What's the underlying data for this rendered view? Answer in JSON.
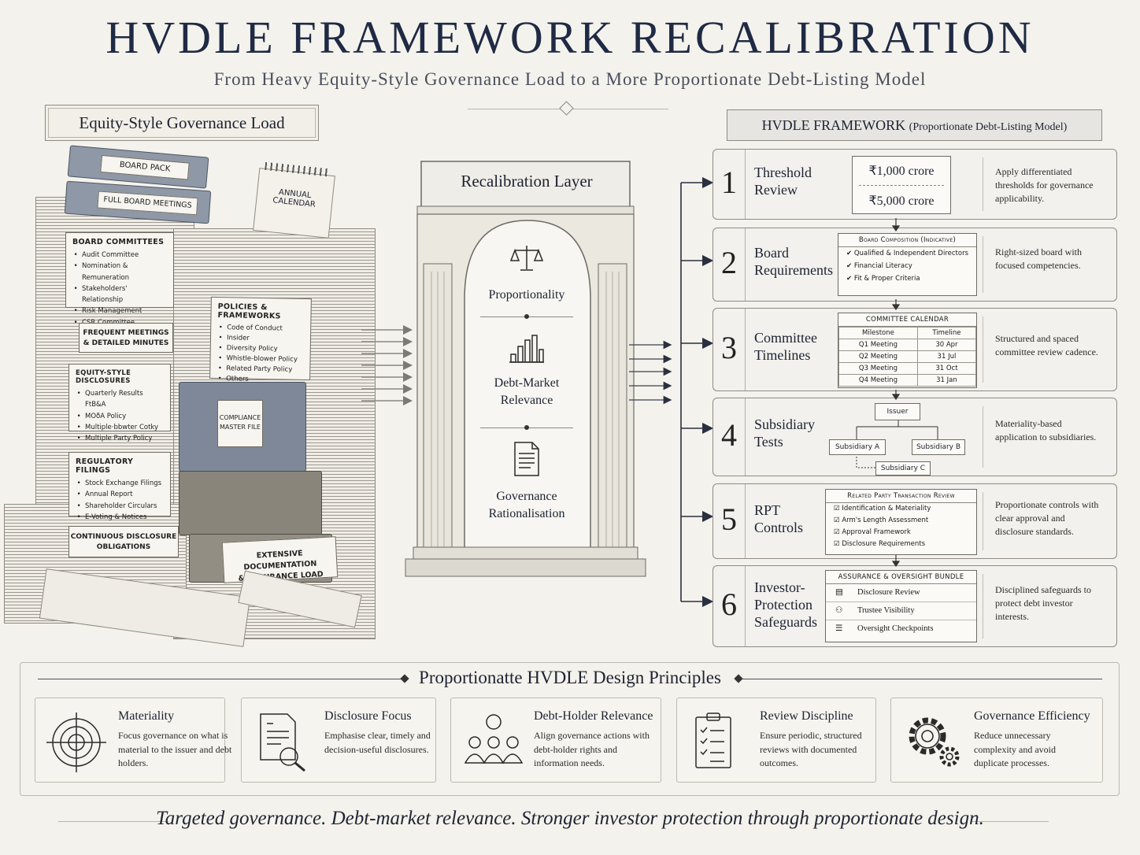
{
  "header": {
    "title": "HVDLE FRAMEWORK RECALIBRATION",
    "subtitle": "From Heavy Equity-Style Governance Load to a More Proportionate Debt-Listing Model"
  },
  "left": {
    "title": "Equity-Style Governance Load",
    "binder_board_pack": "BOARD PACK",
    "binder_full_board": "FULL BOARD MEETINGS",
    "calendar_label": "ANNUAL\nCALENDAR",
    "board_committees": {
      "heading": "BOARD COMMITTEES",
      "items": [
        "Audit Committee",
        "Nomination & Remuneration",
        "Stakeholders' Relationship",
        "Risk Management",
        "CSR Committee"
      ]
    },
    "policies": {
      "heading": "POLICIES & FRAMEWORKS",
      "items": [
        "Code of Conduct",
        "Insider",
        "Diversity Policy",
        "Whistle-blower Policy",
        "Related Party Policy",
        "Others"
      ]
    },
    "frequent_meetings": "FREQUENT MEETINGS\n& DETAILED MINUTES",
    "disclosures": {
      "heading": "EQUITY-STYLE DISCLOSURES",
      "items": [
        "Quarterly Results FtB&A",
        "MOðA Policy",
        "Multiple·bbwter Cotky",
        "Multiple Party Policy"
      ]
    },
    "compliance_file": "COMPLIANCE\nMASTER FILE",
    "regulatory_filings": {
      "heading": "REGULATORY FILINGS",
      "items": [
        "Stock Exchange Filings",
        "Annual Report",
        "Shareholder Circulars",
        "E-Voting & Notices"
      ]
    },
    "continuous_disclosure": "CONTINUOUS DISCLOSURE\nOBLIGATIONS",
    "extensive_documentation": "EXTENSIVE DOCUMENTATION\n& ASSURANCE LOAD"
  },
  "middle": {
    "title": "Recalibration Layer",
    "pillars": [
      "Proportionality",
      "Debt-Market\nRelevance",
      "Governance\nRationalisation"
    ]
  },
  "right": {
    "title": "HVDLE FRAMEWORK",
    "title_suffix": "(Proportionate Debt-Listing Model)",
    "steps": [
      {
        "num": "1",
        "name": "Threshold\nReview",
        "desc": "Apply differentiated thresholds for governance applicability.",
        "values": [
          "₹1,000 crore",
          "₹5,000 crore"
        ]
      },
      {
        "num": "2",
        "name": "Board\nRequirements",
        "desc": "Right-sized board with focused competencies.",
        "box_heading": "Board Composition (Indicative)",
        "items": [
          "Qualified & Independent Directors",
          "Financial Literacy",
          "Fit & Proper Criteria"
        ]
      },
      {
        "num": "3",
        "name": "Committee\nTimelines",
        "desc": "Structured and spaced committee review cadence.",
        "box_heading": "COMMITTEE CALENDAR",
        "columns": [
          "Milestone",
          "Timeline"
        ],
        "rows": [
          [
            "Q1 Meeting",
            "30 Apr"
          ],
          [
            "Q2 Meeting",
            "31 Jul"
          ],
          [
            "Q3 Meeting",
            "31 Oct"
          ],
          [
            "Q4 Meeting",
            "31 Jan"
          ]
        ]
      },
      {
        "num": "4",
        "name": "Subsidiary\nTests",
        "desc": "Materiality-based application to subsidiaries.",
        "nodes": [
          "Issuer",
          "Subsidiary A",
          "Subsidiary B",
          "Subsidiary C"
        ]
      },
      {
        "num": "5",
        "name": "RPT\nControls",
        "desc": "Proportionate controls with clear approval and disclosure standards.",
        "box_heading": "Related Party Transaction Review",
        "items": [
          "Identification & Materiality",
          "Arm's Length Assessment",
          "Approval Framework",
          "Disclosure Requirements"
        ]
      },
      {
        "num": "6",
        "name": "Investor-\nProtection\nSafeguards",
        "desc": "Disciplined safeguards to protect debt investor interests.",
        "box_heading": "ASSURANCE & OVERSIGHT BUNDLE",
        "items": [
          "Disclosure Review",
          "Trustee Visibility",
          "Oversight Checkpoints"
        ]
      }
    ]
  },
  "principles": {
    "title": "Proportionatte HVDLE Design Principles",
    "cards": [
      {
        "title": "Materiality",
        "desc": "Focus governance on what is material to the issuer and debt holders.",
        "icon": "target-icon"
      },
      {
        "title": "Disclosure Focus",
        "desc": "Emphasise clear, timely and decision-useful disclosures.",
        "icon": "document-search-icon"
      },
      {
        "title": "Debt-Holder Relevance",
        "desc": "Align governance actions with debt-holder rights and information needs.",
        "icon": "people-icon"
      },
      {
        "title": "Review Discipline",
        "desc": "Ensure periodic, structured reviews with documented outcomes.",
        "icon": "clipboard-icon"
      },
      {
        "title": "Governance Efficiency",
        "desc": "Reduce unnecessary complexity and avoid duplicate processes.",
        "icon": "gear-icon"
      }
    ]
  },
  "tagline": "Targeted governance.  Debt-market relevance. Stronger investor protection through proportionate design."
}
